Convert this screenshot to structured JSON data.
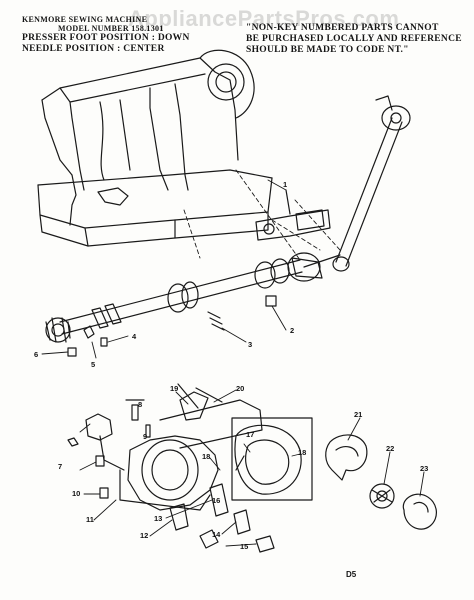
{
  "watermark": "AppliancePartsPros.com",
  "header": {
    "brand": "KENMORE SEWING MACHINE",
    "model": "MODEL NUMBER 158.1301",
    "presser": "PRESSER FOOT POSITION : DOWN",
    "needle": "NEEDLE POSITION : CENTER",
    "note_line1": "\"NON-KEY NUMBERED PARTS CANNOT",
    "note_line2": "BE PURCHASED LOCALLY AND REFERENCE",
    "note_line3": "SHOULD BE MADE TO CODE NT.\""
  },
  "callouts": [
    "1",
    "2",
    "3",
    "4",
    "5",
    "6",
    "7",
    "8",
    "9",
    "10",
    "11",
    "12",
    "13",
    "14",
    "15",
    "16",
    "17",
    "18",
    "19",
    "20",
    "21",
    "22",
    "23"
  ],
  "page_code": "D5",
  "colors": {
    "ink": "#151515",
    "paper": "#fdfdfb",
    "watermark": "#969696"
  }
}
